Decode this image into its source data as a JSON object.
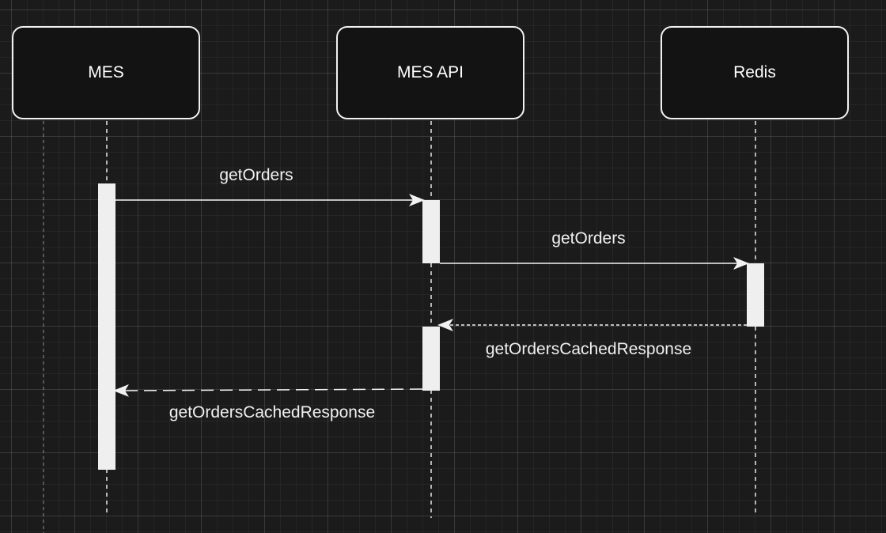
{
  "colors": {
    "background": "#1b1b1b",
    "foreground": "#f2f2f2",
    "box_fill": "#131313"
  },
  "participants": [
    {
      "id": "mes",
      "label": "MES"
    },
    {
      "id": "mes_api",
      "label": "MES API"
    },
    {
      "id": "redis",
      "label": "Redis"
    }
  ],
  "messages": [
    {
      "from": "MES",
      "to": "MES API",
      "label": "getOrders",
      "style": "solid"
    },
    {
      "from": "MES API",
      "to": "Redis",
      "label": "getOrders",
      "style": "solid"
    },
    {
      "from": "Redis",
      "to": "MES API",
      "label": "getOrdersCachedResponse",
      "style": "dashed"
    },
    {
      "from": "MES API",
      "to": "MES",
      "label": "getOrdersCachedResponse",
      "style": "dashed"
    }
  ]
}
